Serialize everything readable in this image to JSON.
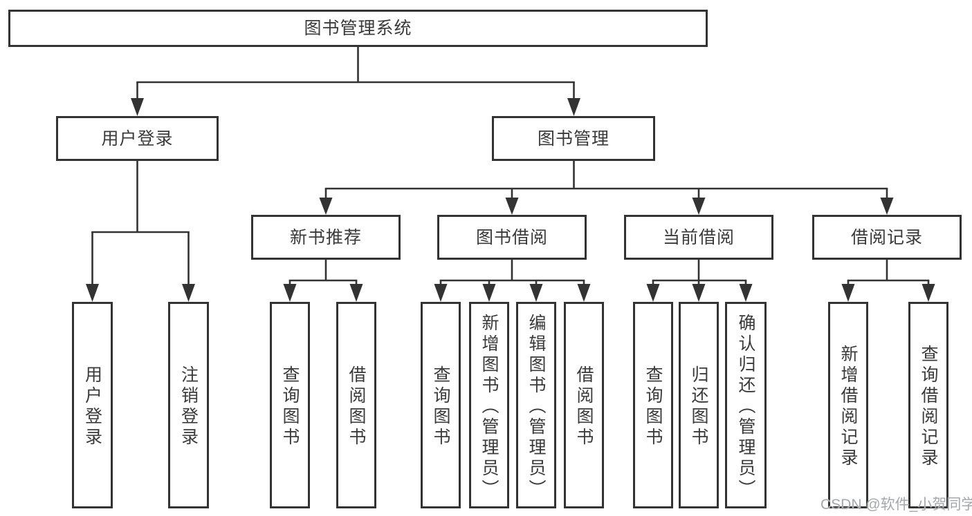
{
  "diagram_type": "hierarchy-tree",
  "watermark": "CSDN @软件_小贺同学",
  "colors": {
    "line": "#333333",
    "text": "#3a3a3a",
    "watermark": "#a5a7aa",
    "background": "#ffffff"
  },
  "tree": {
    "label": "图书管理系统",
    "children": [
      {
        "label": "用户登录",
        "children": [
          {
            "label": "用户登录"
          },
          {
            "label": "注销登录"
          }
        ]
      },
      {
        "label": "图书管理",
        "children": [
          {
            "label": "新书推荐",
            "children": [
              {
                "label": "查询图书"
              },
              {
                "label": "借阅图书"
              }
            ]
          },
          {
            "label": "图书借阅",
            "children": [
              {
                "label": "查询图书"
              },
              {
                "label": "新增图书（管理员）"
              },
              {
                "label": "编辑图书（管理员）"
              },
              {
                "label": "借阅图书"
              }
            ]
          },
          {
            "label": "当前借阅",
            "children": [
              {
                "label": "查询图书"
              },
              {
                "label": "归还图书"
              },
              {
                "label": "确认归还（管理员）"
              }
            ]
          },
          {
            "label": "借阅记录",
            "children": [
              {
                "label": "新增借阅记录"
              },
              {
                "label": "查询借阅记录"
              }
            ]
          }
        ]
      }
    ]
  }
}
